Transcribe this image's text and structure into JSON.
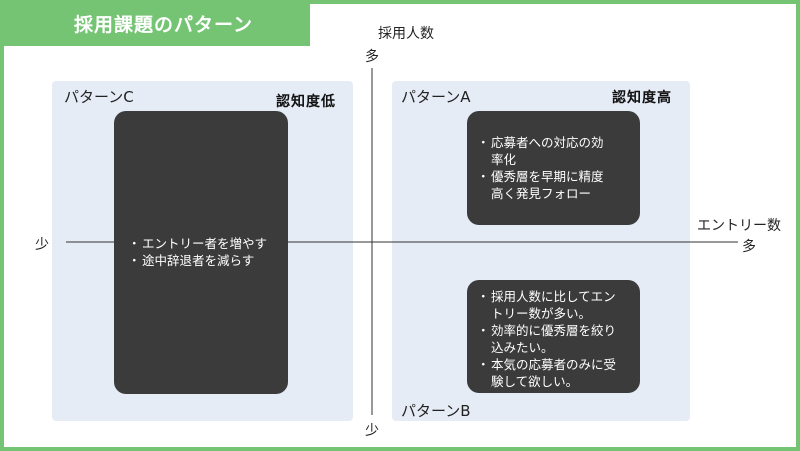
{
  "title": "採用課題のパターン",
  "axes": {
    "y_label": "採用人数",
    "y_top": "多",
    "y_bottom": "少",
    "x_label": "エントリー数",
    "x_left": "少",
    "x_right": "多"
  },
  "quadrants": {
    "c": {
      "label": "パターンC",
      "tag": "認知度低",
      "items": [
        "エントリー者を増やす",
        "途中辞退者を減らす"
      ]
    },
    "a": {
      "label": "パターンA",
      "tag": "認知度高",
      "items": [
        "応募者への対応の効率化",
        "優秀層を早期に精度高く発見フォロー"
      ]
    },
    "b": {
      "label": "パターンB",
      "items": [
        "採用人数に比してエントリー数が多い。",
        "効率的に優秀層を絞り込みたい。",
        "本気の応募者のみに受験して欲しい。"
      ]
    }
  },
  "colors": {
    "frame": "#74c474",
    "panel": "#e6ecf6",
    "box": "#3b3b3b"
  }
}
